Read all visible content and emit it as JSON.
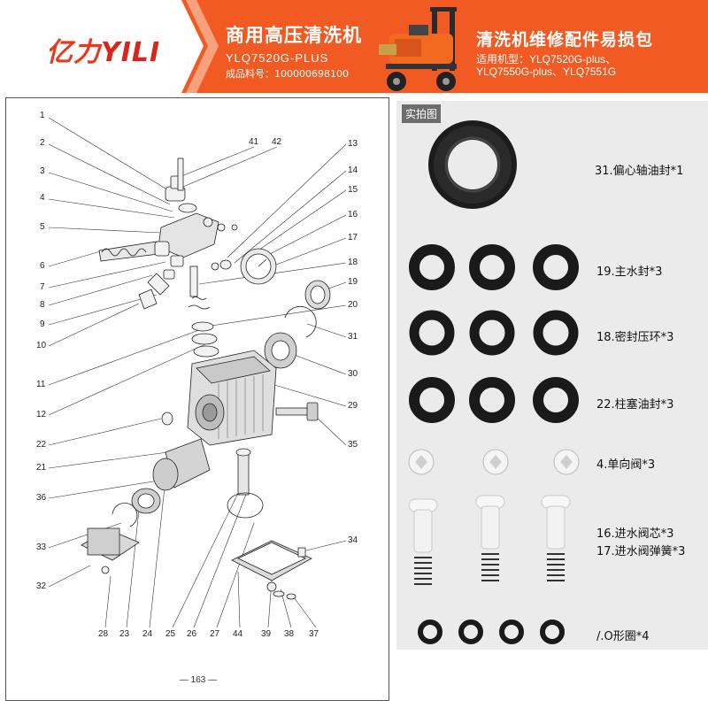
{
  "header": {
    "logo_mark": "亿力",
    "logo_text": "YILI",
    "title": "商用高压清洗机",
    "model": "YLQ7520G-PLUS",
    "sku": "成品料号：100000698100",
    "pack_title": "清洗机维修配件易损包",
    "pack_models_line1": "适用机型：YLQ7520G-plus、",
    "pack_models_line2": "YLQ7550G-plus、YLQ7551G",
    "colors": {
      "banner": "#f15a22",
      "logo": "#d9261c"
    }
  },
  "diagram": {
    "left_callouts": [
      "1",
      "2",
      "3",
      "4",
      "5",
      "6",
      "7",
      "8",
      "9",
      "10",
      "11",
      "12",
      "22",
      "21",
      "36",
      "33",
      "32"
    ],
    "top_callouts": [
      "41",
      "42"
    ],
    "right_callouts": [
      "13",
      "14",
      "15",
      "16",
      "17",
      "18",
      "19",
      "20",
      "31",
      "30",
      "29",
      "35",
      "34"
    ],
    "bottom_callouts": [
      "28",
      "23",
      "24",
      "25",
      "26",
      "27",
      "44",
      "39",
      "38",
      "37"
    ],
    "page_number": "— 163 —"
  },
  "photo": {
    "tag": "实拍图",
    "parts": [
      {
        "label": "31.偏心轴油封*1"
      },
      {
        "label": "19.主水封*3"
      },
      {
        "label": "18.密封压环*3"
      },
      {
        "label": "22.柱塞油封*3"
      },
      {
        "label": "4.单向阀*3"
      },
      {
        "label": "16.进水阀芯*3"
      },
      {
        "label": "17.进水阀弹簧*3"
      },
      {
        "label": "/.O形圈*4"
      }
    ]
  }
}
